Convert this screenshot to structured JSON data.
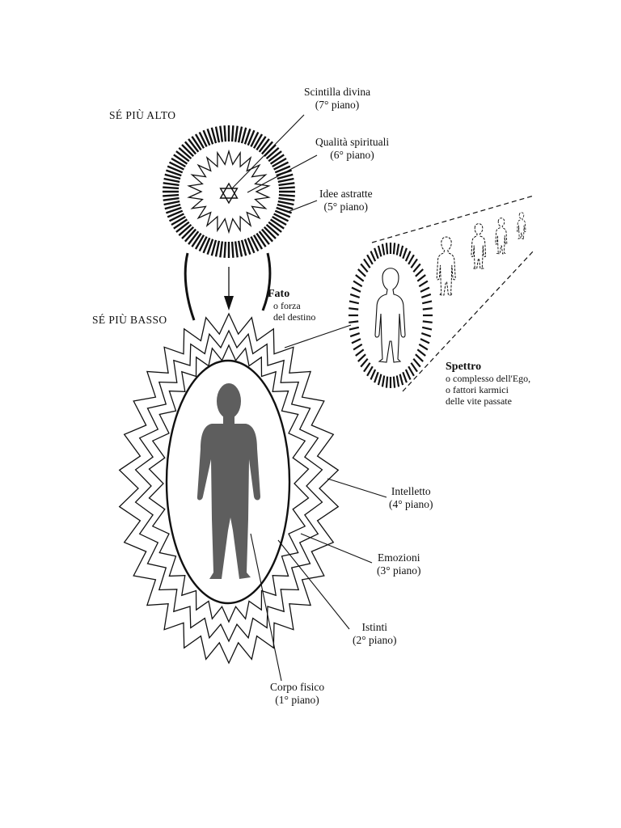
{
  "labels": {
    "higher_self": "SÉ PIÙ ALTO",
    "lower_self": "SÉ PIÙ BASSO",
    "divine_spark": {
      "title": "Scintilla divina",
      "plane": "(7° piano)"
    },
    "spiritual_qualities": {
      "title": "Qualità spirituali",
      "plane": "(6° piano)"
    },
    "abstract_ideas": {
      "title": "Idee astratte",
      "plane": "(5° piano)"
    },
    "fate": {
      "title": "Fato",
      "line1": "o forza",
      "line2": "del destino"
    },
    "specter": {
      "title": "Spettro",
      "line1": "o complesso dell'Ego,",
      "line2": "o fattori karmici",
      "line3": "delle vite passate"
    },
    "intellect": {
      "title": "Intelletto",
      "plane": "(4° piano)"
    },
    "emotions": {
      "title": "Emozioni",
      "plane": "(3° piano)"
    },
    "instincts": {
      "title": "Istinti",
      "plane": "(2° piano)"
    },
    "physical_body": {
      "title": "Corpo fisico",
      "plane": "(1° piano)"
    }
  },
  "colors": {
    "ink": "#111111",
    "figure_fill": "#5e5e5e",
    "background": "#ffffff"
  }
}
